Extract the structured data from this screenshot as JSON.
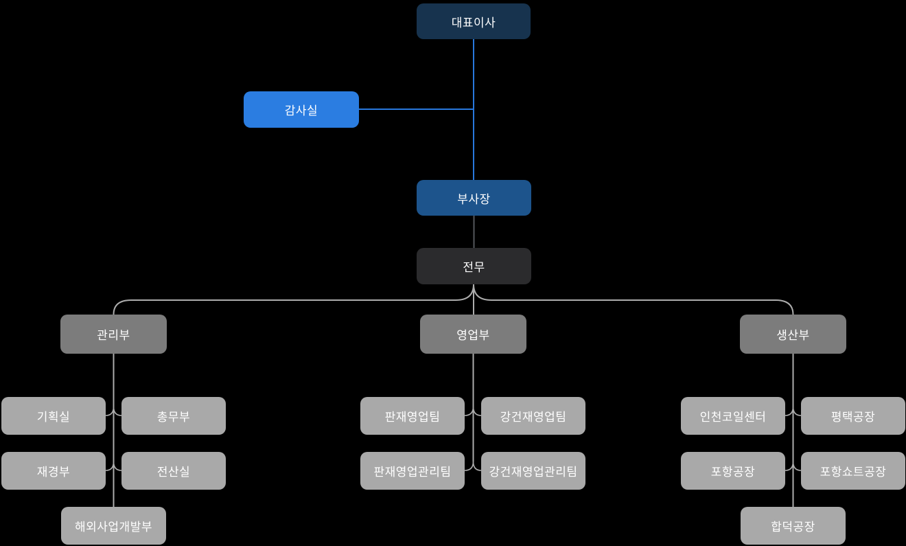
{
  "nodes": {
    "ceo": {
      "label": "대표이사"
    },
    "audit_office": {
      "label": "감사실"
    },
    "vice_president": {
      "label": "부사장"
    },
    "executive_director": {
      "label": "전무"
    }
  },
  "departments": [
    {
      "label": "관리부",
      "children": [
        "기획실",
        "총무부",
        "재경부",
        "전산실",
        "해외사업개발부"
      ]
    },
    {
      "label": "영업부",
      "children": [
        "판재영업팀",
        "강건재영업팀",
        "판재영업관리팀",
        "강건재영업관리팀"
      ]
    },
    {
      "label": "생산부",
      "children": [
        "인천코일센터",
        "평택공장",
        "포항공장",
        "포항쇼트공장",
        "합덕공장"
      ]
    }
  ],
  "colors": {
    "background": "#000000",
    "node-ceo": "#17334E",
    "node-audit": "#2B7DE1",
    "node-vp": "#1D548C",
    "node-exec": "#2B2B2D",
    "node-dept": "#7C7C7C",
    "node-team": "#A9A9A9",
    "node-text": "#FFFFFF",
    "line-blue": "#2878DE",
    "line-dark": "#54585C",
    "line-light": "#ADADAD"
  }
}
